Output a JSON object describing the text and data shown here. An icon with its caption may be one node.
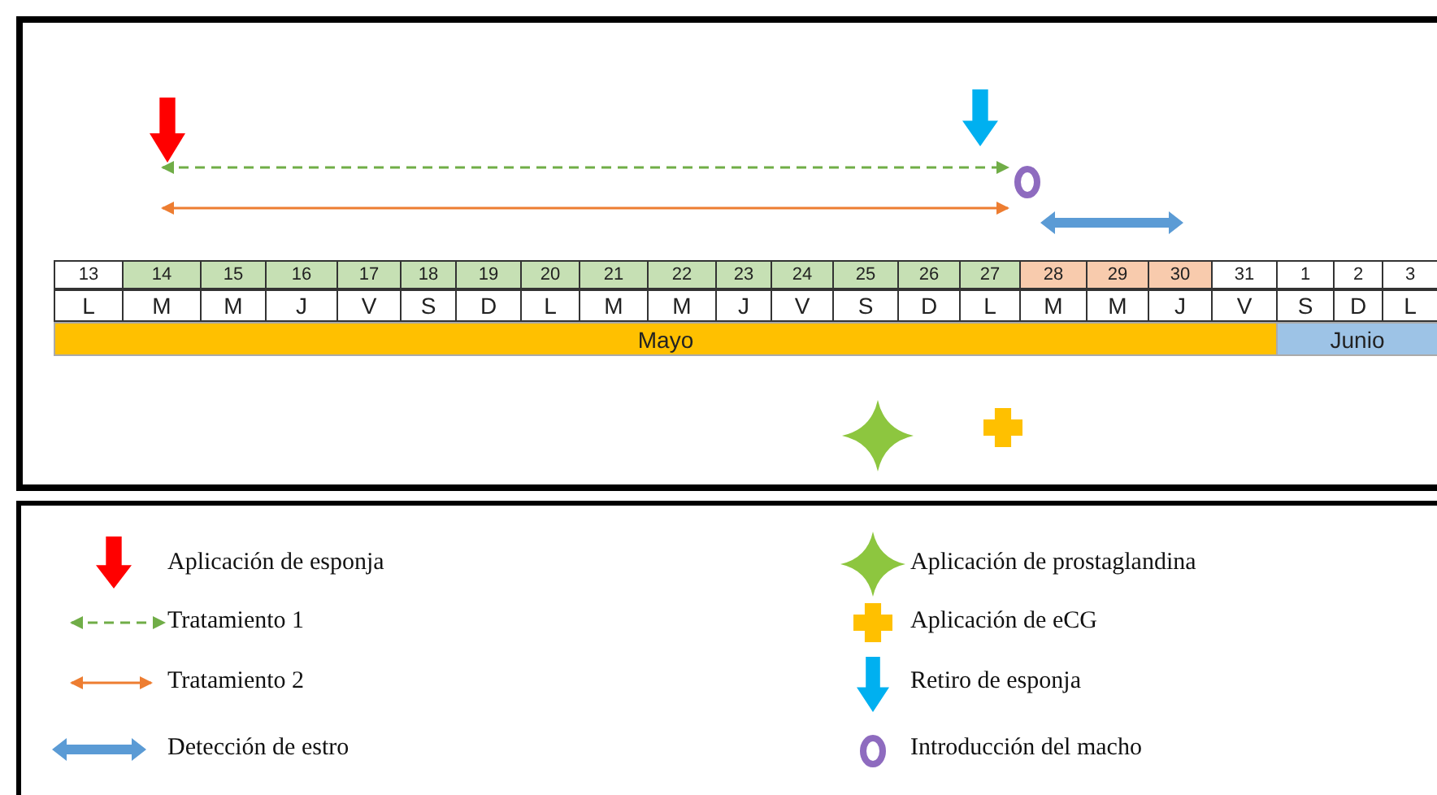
{
  "diagram": {
    "nodes": [
      {
        "text": [
          "Mayo"
        ]
      },
      {
        "text": [
          "Junio"
        ]
      }
    ],
    "edges": [],
    "labels": [
      "13",
      "14",
      "15",
      "16",
      "17",
      "18",
      "19",
      "20",
      "21",
      "22",
      "23",
      "24",
      "25",
      "26",
      "27",
      "28",
      "29",
      "30",
      "31",
      "1",
      "2",
      "3",
      "L",
      "M",
      "M",
      "J",
      "V",
      "S",
      "D",
      "L",
      "M",
      "M",
      "J",
      "V",
      "S",
      "D",
      "L",
      "M",
      "M",
      "J",
      "V",
      "S",
      "D",
      "L"
    ],
    "legend": [
      {
        "text": "Aplicación de esponja"
      },
      {
        "text": "Tratamiento 1"
      },
      {
        "text": "Tratamiento 2"
      },
      {
        "text": "Detección de estro"
      },
      {
        "text": "Aplicación de prostaglandina"
      },
      {
        "text": "Aplicación de eCG"
      },
      {
        "text": "Retiro de esponja"
      },
      {
        "text": "Introducción del macho"
      }
    ]
  }
}
